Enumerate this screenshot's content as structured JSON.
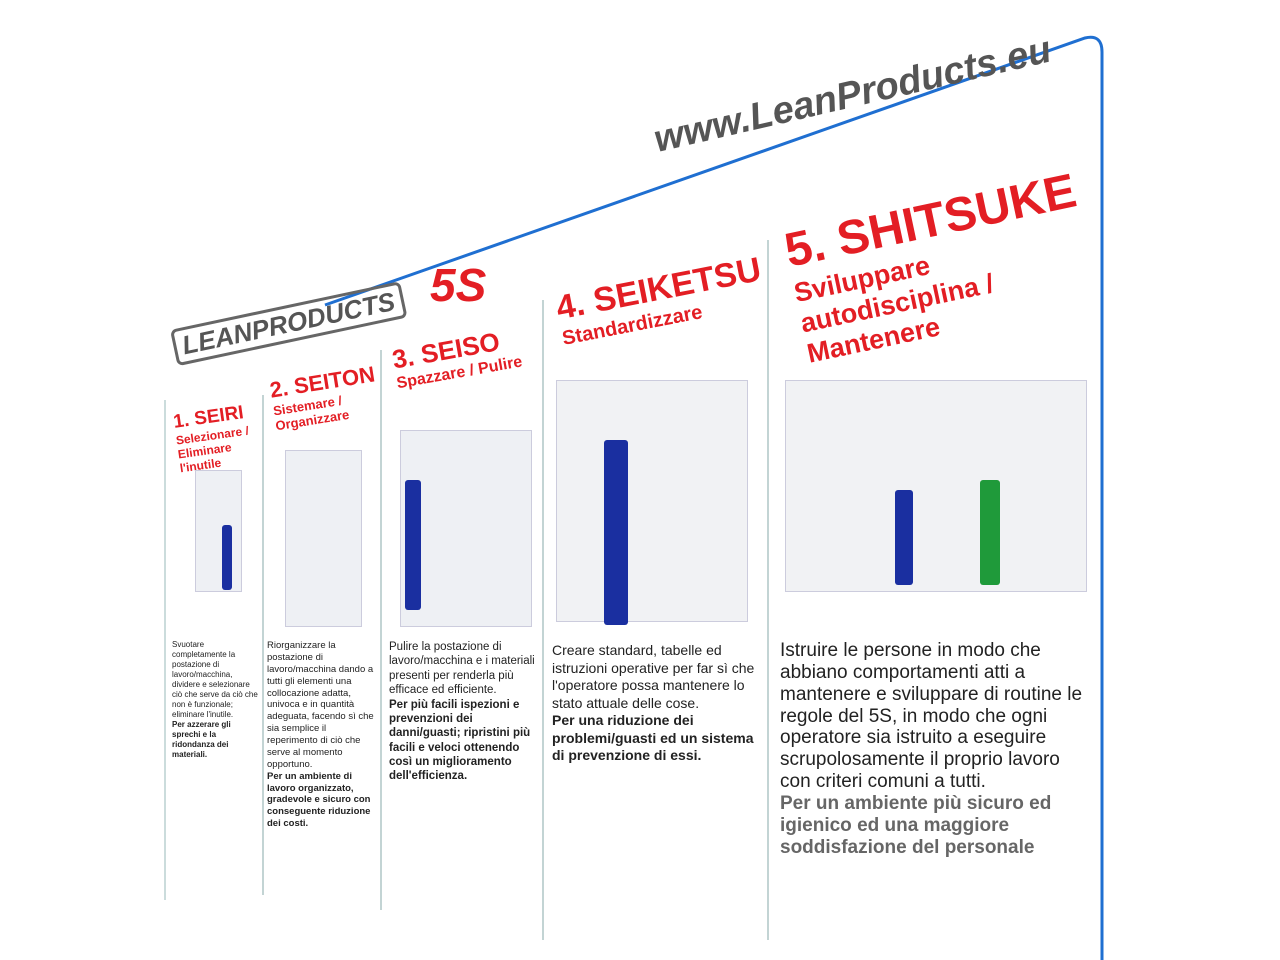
{
  "poster": {
    "url": "www.LeanProducts.eu",
    "logo_text": "LEANPRODUCTS",
    "title": "5S",
    "accent_color": "#e31e24",
    "frame_color": "#1f6fd1",
    "columns": [
      {
        "title": "1. SEIRI",
        "subtitle": "Selezionare / Eliminare l'inutile",
        "text": "Svuotare completamente la postazione di lavoro/macchina, dividere e selezionare ciò che serve da ciò che non è funzionale; eliminare l'inutile.",
        "bold": "Per azzerare gli sprechi e la ridondanza dei materiali."
      },
      {
        "title": "2. SEITON",
        "subtitle": "Sistemare / Organizzare",
        "text": "Riorganizzare la postazione di lavoro/macchina dando a tutti gli elementi una collocazione adatta, univoca e in quantità adeguata, facendo sì che sia semplice il reperimento di ciò che serve al momento opportuno.",
        "bold": "Per un ambiente di lavoro organizzato, gradevole e sicuro con conseguente riduzione dei costi."
      },
      {
        "title": "3. SEISO",
        "subtitle": "Spazzare / Pulire",
        "text": "Pulire la postazione di lavoro/macchina e i materiali presenti per renderla più efficace ed efficiente.",
        "bold": "Per più facili ispezioni e prevenzioni dei danni/guasti; ripristini più facili e veloci ottenendo così un miglioramento dell'efficienza."
      },
      {
        "title": "4. SEIKETSU",
        "subtitle": "Standardizzare",
        "text": "Creare standard, tabelle ed istruzioni operative per far sì che l'operatore possa mantenere lo stato attuale delle cose.",
        "bold": "Per una riduzione dei problemi/guasti ed un sistema di prevenzione di essi."
      },
      {
        "title": "5. SHITSUKE",
        "subtitle": "Sviluppare autodisciplina / Mantenere",
        "text": "Istruire le persone in modo che abbiano comportamenti atti a mantenere e sviluppare di routine le regole del 5S, in modo che ogni operatore sia istruito a eseguire scrupolosamente il proprio lavoro con criteri comuni a tutti.",
        "bold": "Per un ambiente più sicuro ed igienico ed una maggiore soddisfazione del personale"
      }
    ]
  }
}
